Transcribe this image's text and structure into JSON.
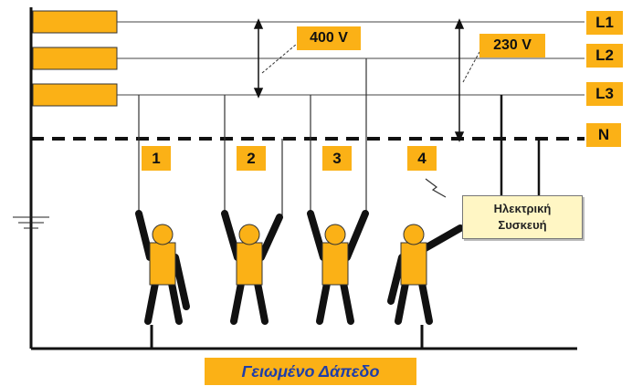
{
  "lines": {
    "l1": "L1",
    "l2": "L2",
    "l3": "L3",
    "n": "N"
  },
  "voltages": {
    "line_to_line": "400 V",
    "phase_to_neutral": "230 V"
  },
  "persons": [
    "1",
    "2",
    "3",
    "4"
  ],
  "device": {
    "line1": "Ηλεκτρική",
    "line2": "Συσκευή"
  },
  "floor_label": "Γειωμένο Δάπεδο",
  "colors": {
    "accent": "#fbb116",
    "wire": "#111111",
    "device_bg": "#fff6c4",
    "floor_text": "#1f3ea8"
  }
}
